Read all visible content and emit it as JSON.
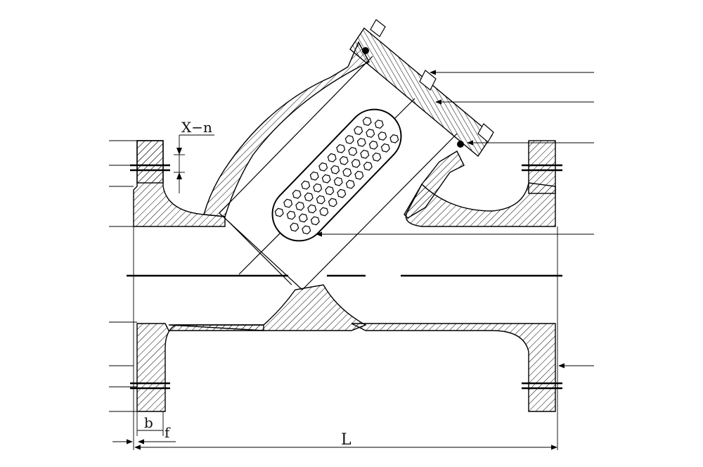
{
  "diagram": {
    "labels": {
      "x_n": "X−n",
      "b": "b",
      "f": "f",
      "L": "L"
    },
    "colors": {
      "line": "#000000",
      "background": "#ffffff"
    }
  }
}
